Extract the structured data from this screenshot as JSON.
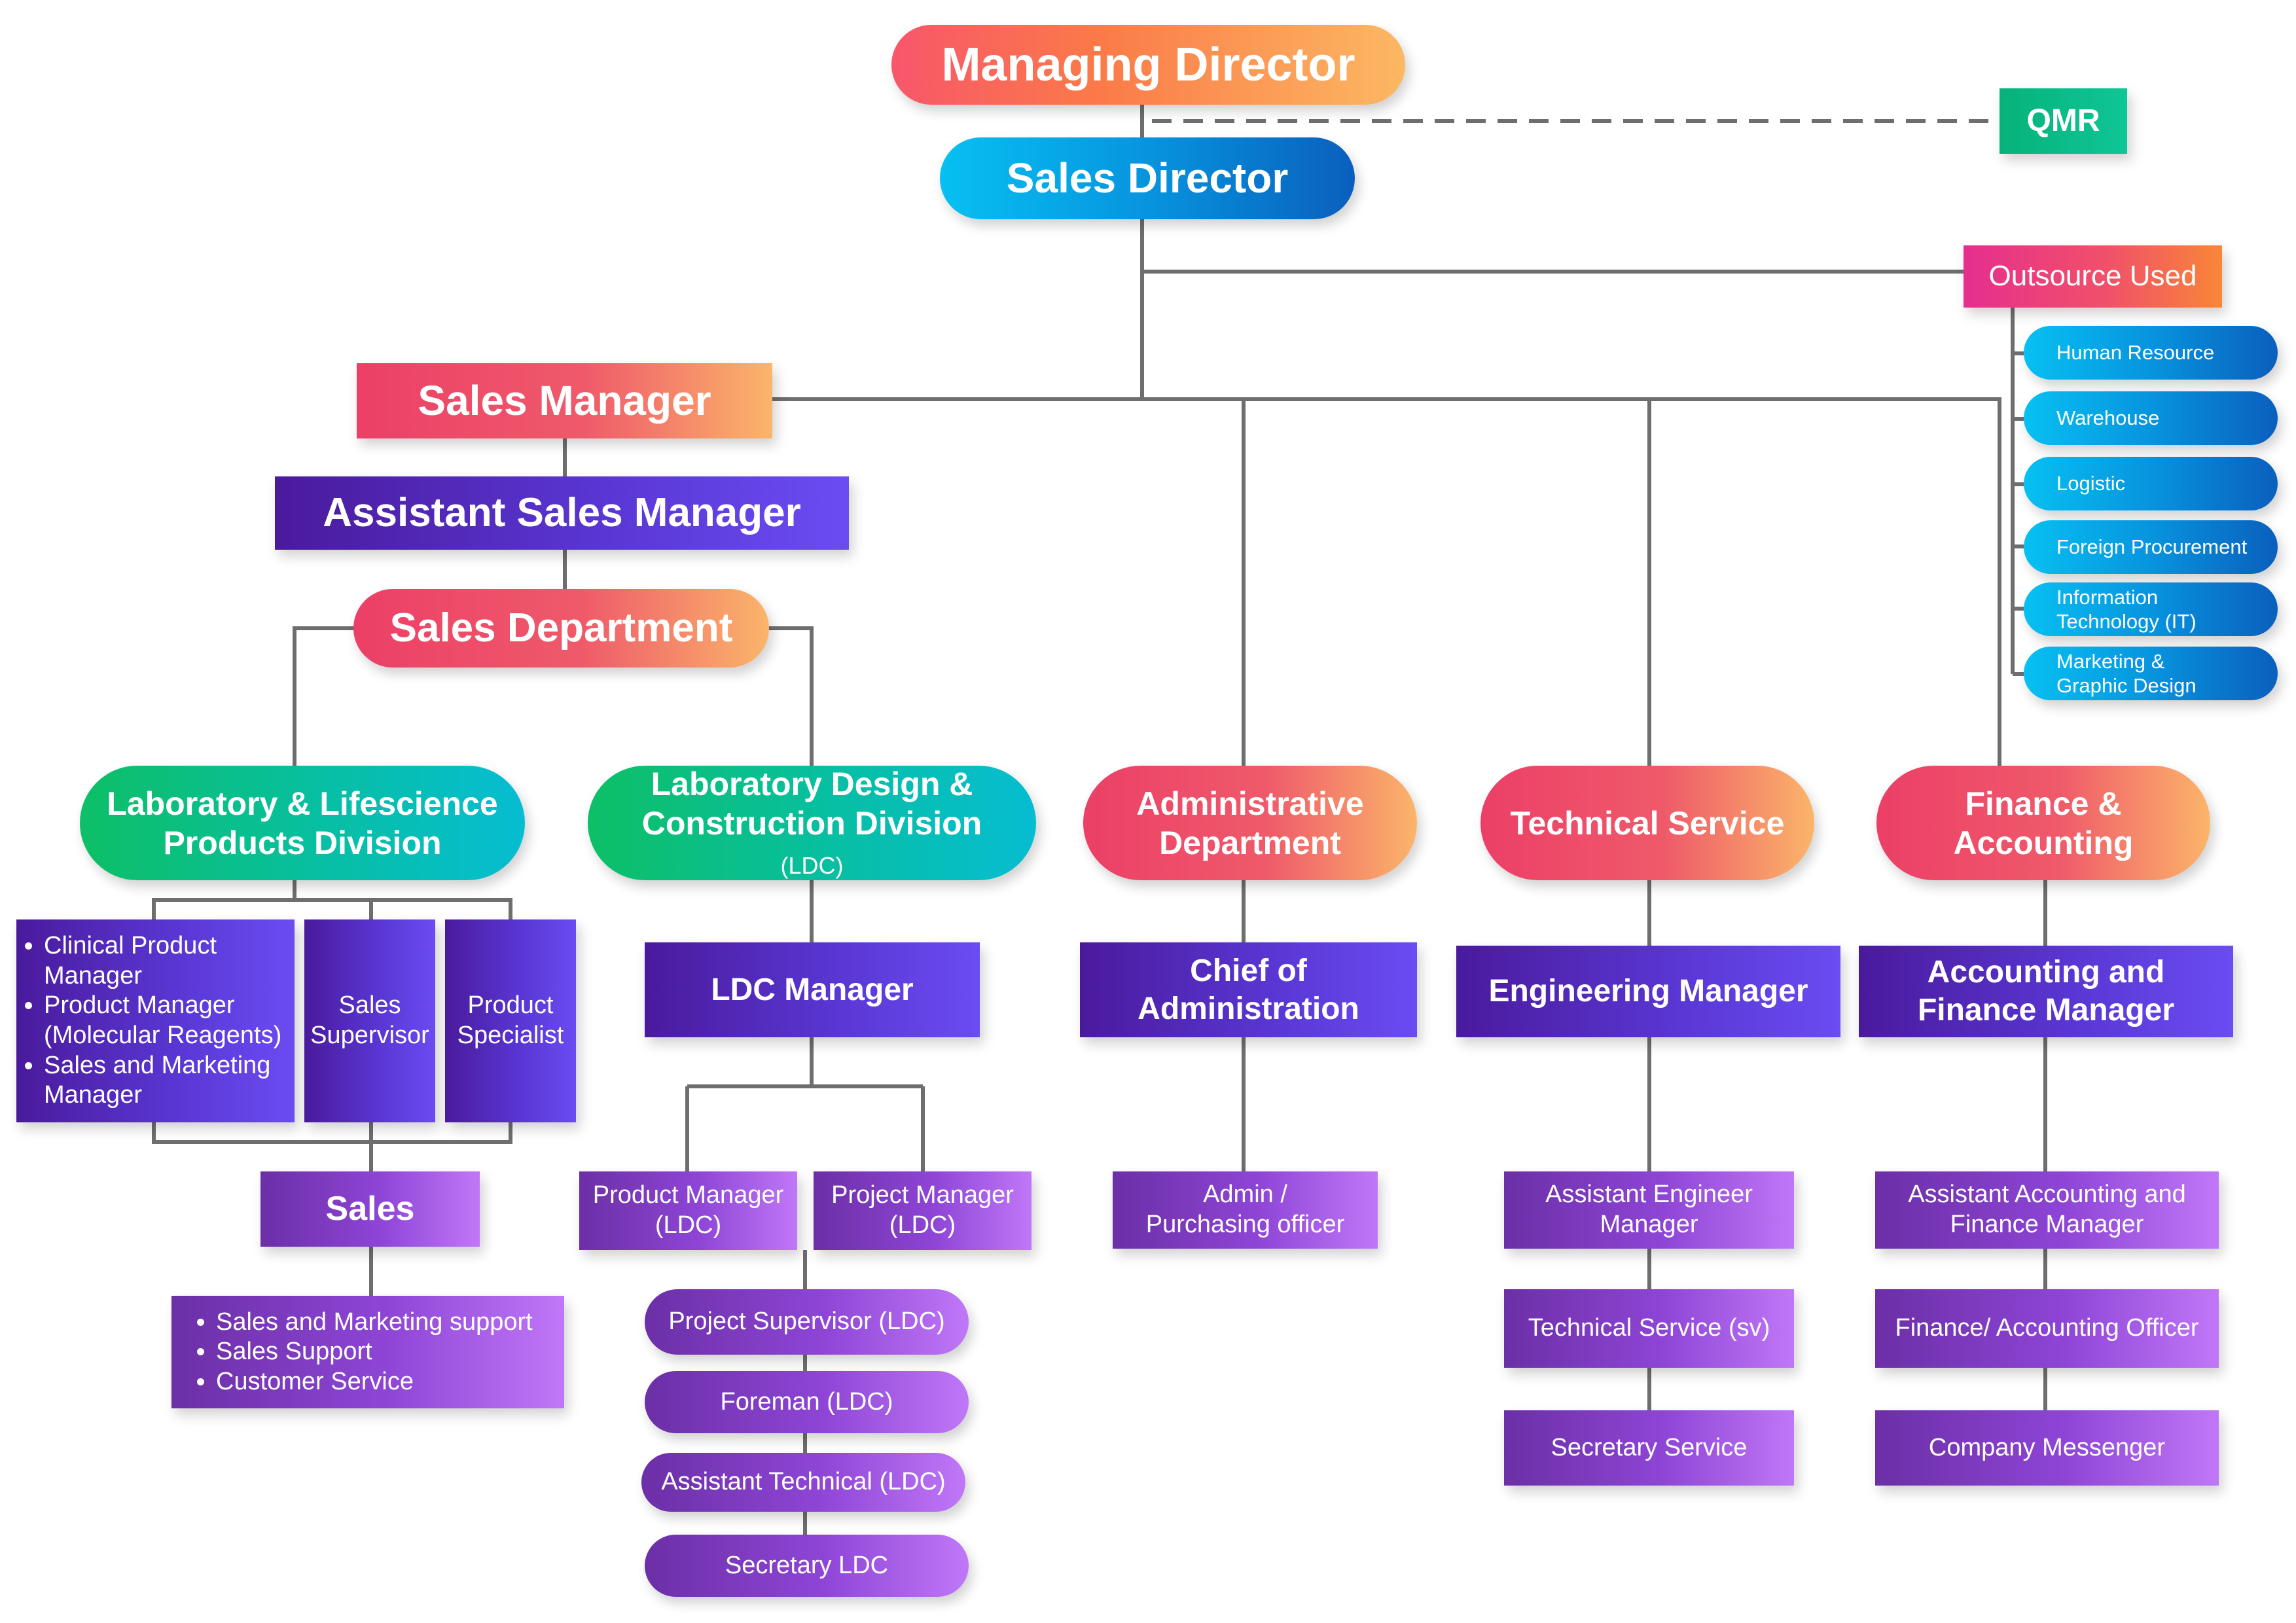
{
  "colors": {
    "connector": "#6e6e6e",
    "orange_gradient": [
      "#f8566b",
      "#fcb863"
    ],
    "blue_gradient": [
      "#07c0f2",
      "#0a5fbd"
    ],
    "green_gradient": [
      "#0dbf66",
      "#06bdd2"
    ],
    "indigo_gradient": [
      "#4a1a9c",
      "#6b4cf2"
    ],
    "violet_gradient": [
      "#6b2fa6",
      "#c077f7"
    ],
    "qmr": "#0fc696"
  },
  "top": {
    "managing_director": "Managing Director",
    "sales_director": "Sales Director",
    "qmr": "QMR"
  },
  "outsource": {
    "title": "Outsource Used",
    "items": [
      "Human Resource",
      "Warehouse",
      "Logistic",
      "Foreign Procurement",
      "Information Technology (IT)",
      "Marketing & Graphic Design"
    ]
  },
  "sales": {
    "manager": "Sales Manager",
    "assistant_manager": "Assistant Sales Manager",
    "department": "Sales Department",
    "lab_division": "Laboratory & Lifescience Products Division",
    "lab_roles": [
      "Clinical Product Manager",
      "Product Manager (Molecular Reagents)",
      "Sales and Marketing Manager"
    ],
    "sales_supervisor": "Sales Supervisor",
    "product_specialist": "Product Specialist",
    "sales": "Sales",
    "sales_support": [
      "Sales and Marketing support",
      "Sales Support",
      "Customer Service"
    ]
  },
  "ldc": {
    "division_main": "Laboratory Design & Construction Division",
    "division_abbr": "(LDC)",
    "manager": "LDC Manager",
    "product_manager": "Product Manager (LDC)",
    "project_manager": "Project Manager (LDC)",
    "chain": [
      "Project Supervisor (LDC)",
      "Foreman (LDC)",
      "Assistant Technical (LDC)",
      "Secretary LDC"
    ]
  },
  "admin": {
    "department": "Administrative Department",
    "chief": "Chief of Administration",
    "officer": "Admin / Purchasing officer"
  },
  "technical": {
    "department": "Technical Service",
    "manager": "Engineering Manager",
    "chain": [
      "Assistant Engineer Manager",
      "Technical Service (sv)",
      "Secretary Service"
    ]
  },
  "finance": {
    "department": "Finance & Accounting",
    "manager": "Accounting and Finance Manager",
    "chain": [
      "Assistant Accounting and Finance Manager",
      "Finance/ Accounting Officer",
      "Company Messenger"
    ]
  }
}
